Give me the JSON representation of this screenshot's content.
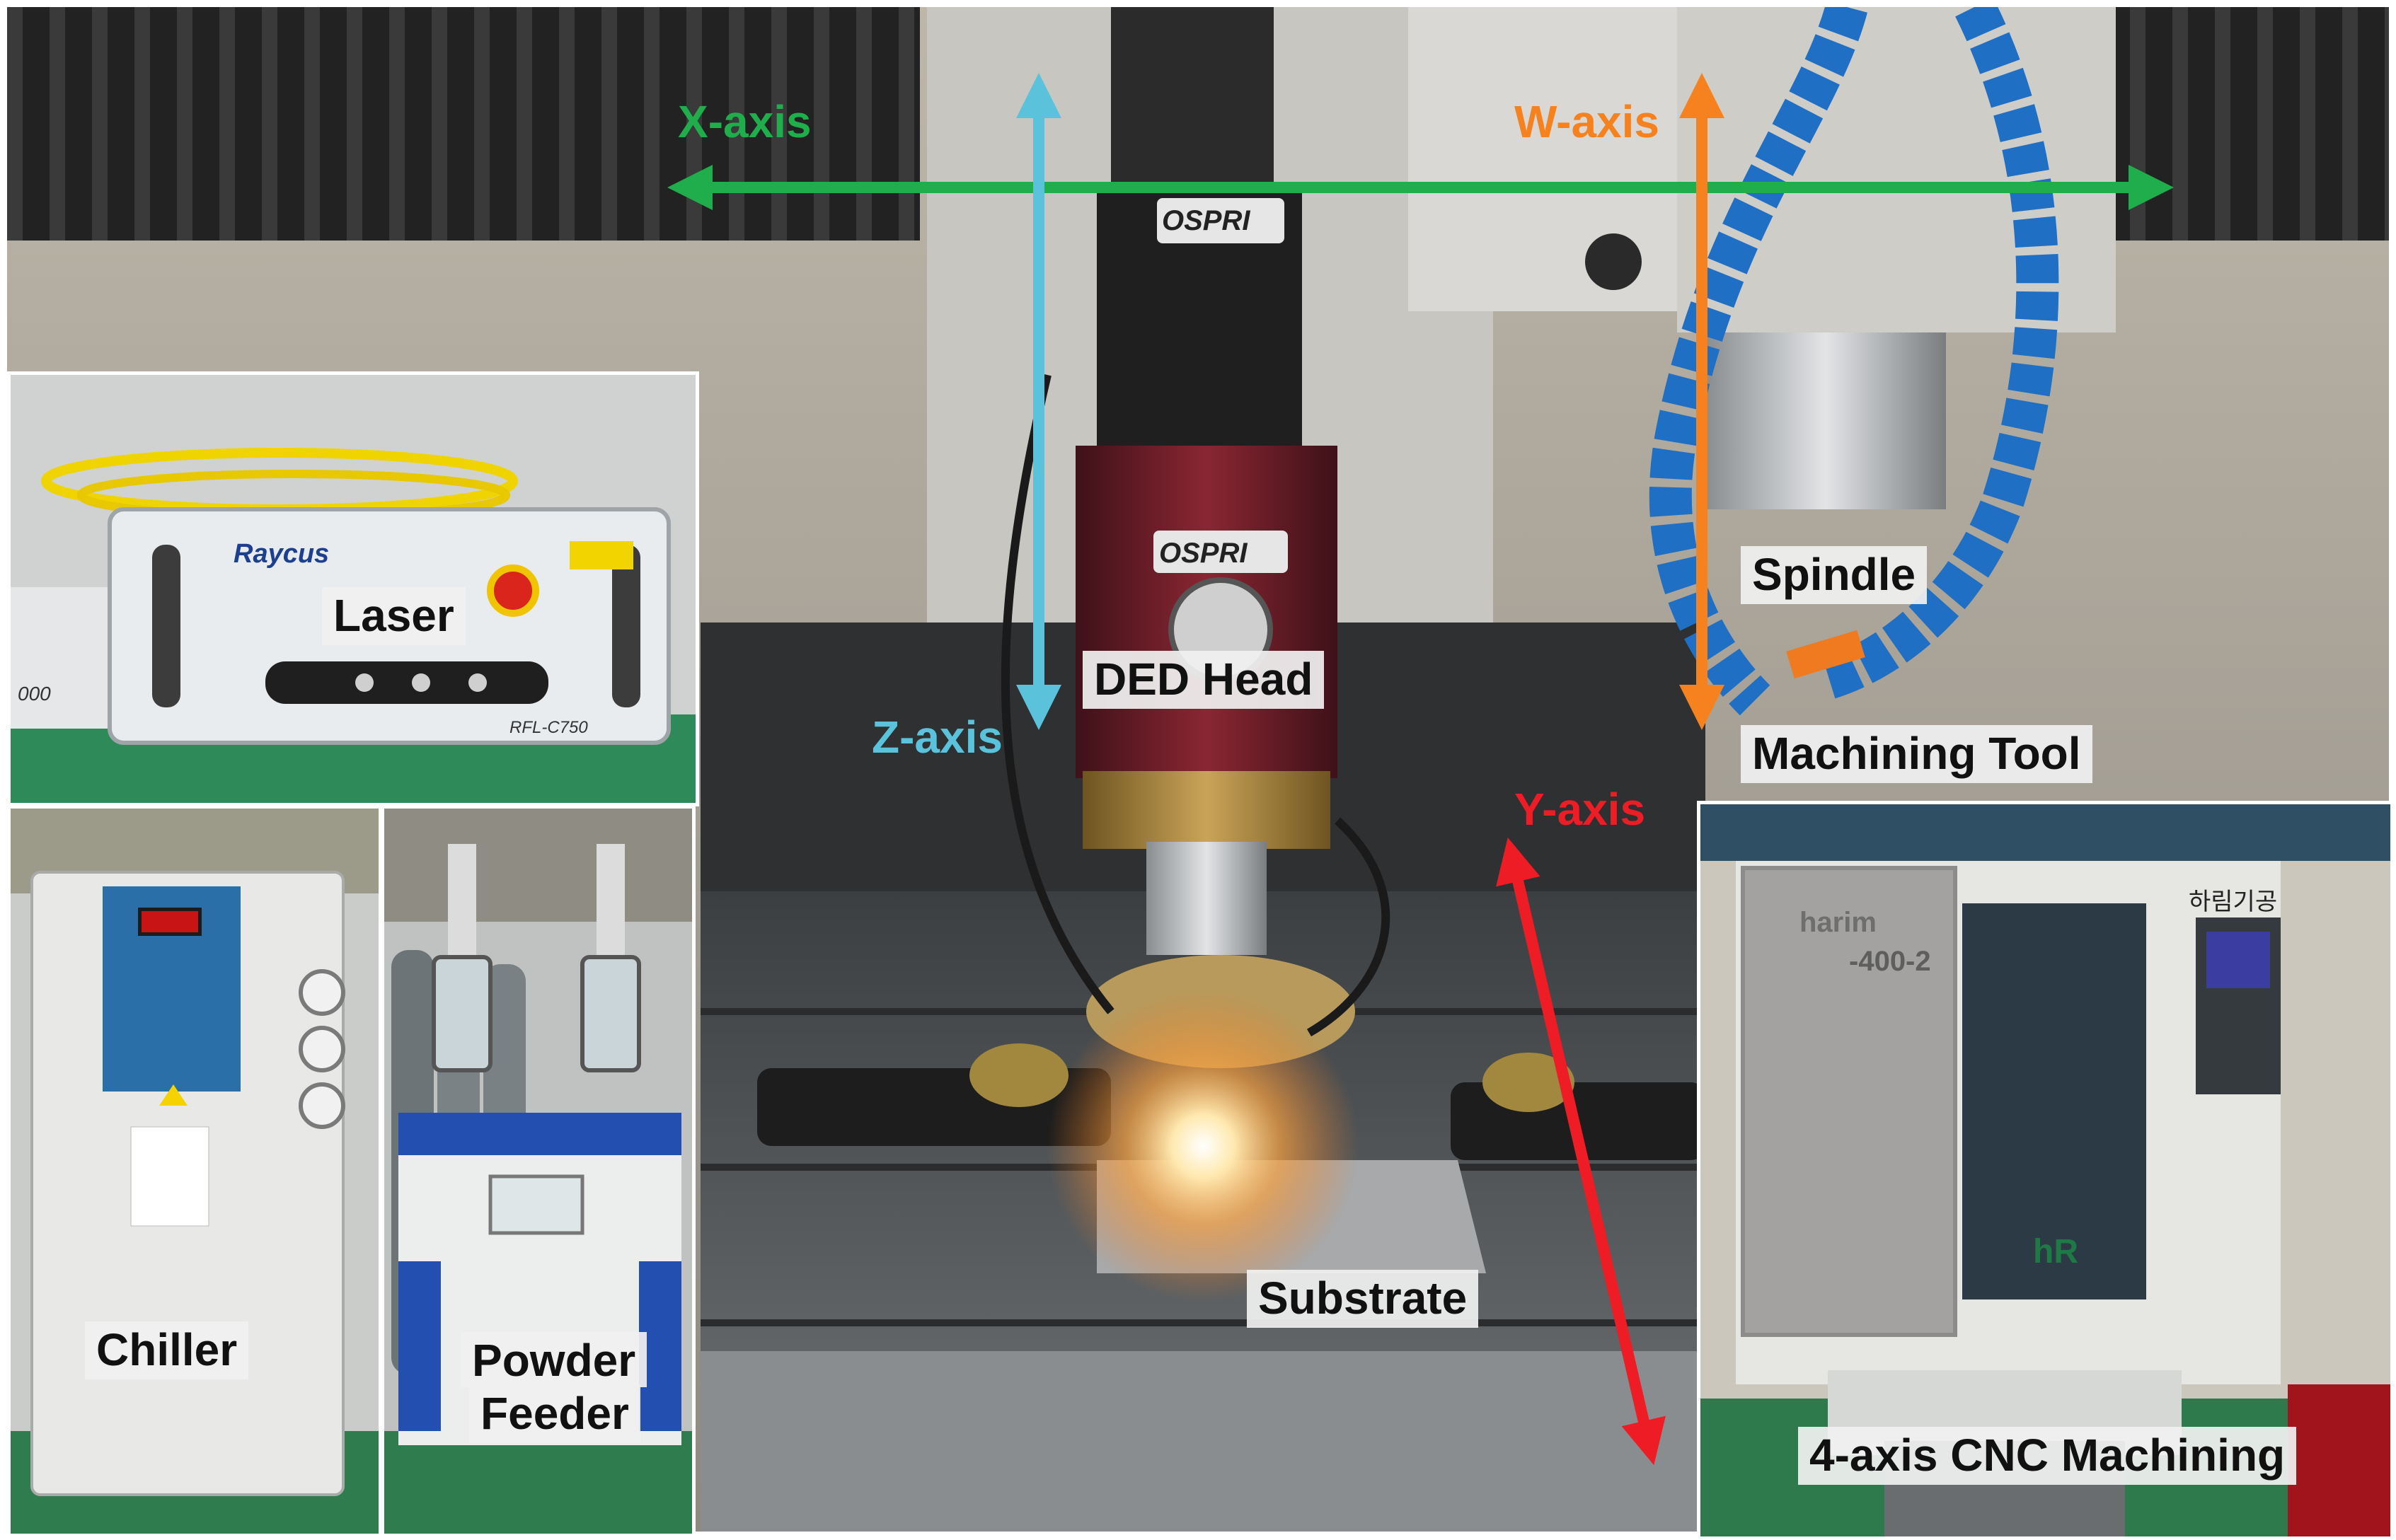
{
  "labels": {
    "laser": "Laser",
    "chiller": "Chiller",
    "powder_feeder_line1": "Powder",
    "powder_feeder_line2": "Feeder",
    "ded_head": "DED Head",
    "substrate": "Substrate",
    "spindle": "Spindle",
    "machining_tool": "Machining Tool",
    "cnc": "4-axis CNC Machining"
  },
  "axes": {
    "x": "X-axis",
    "w": "W-axis",
    "z": "Z-axis",
    "y": "Y-axis"
  },
  "axis_colors": {
    "x": "#1fae4b",
    "w": "#f5821f",
    "z": "#5bc2dc",
    "y": "#ee1c24"
  },
  "photo_text": {
    "laser_brand": "Raycus",
    "laser_model": "RFL-C750",
    "laser_side_unit": "000",
    "head_brand": "OSPRI",
    "cnc_brand": "harim",
    "cnc_model": "-400-2",
    "cnc_maker_kr": "하림기공",
    "cnc_logo": "hR"
  }
}
